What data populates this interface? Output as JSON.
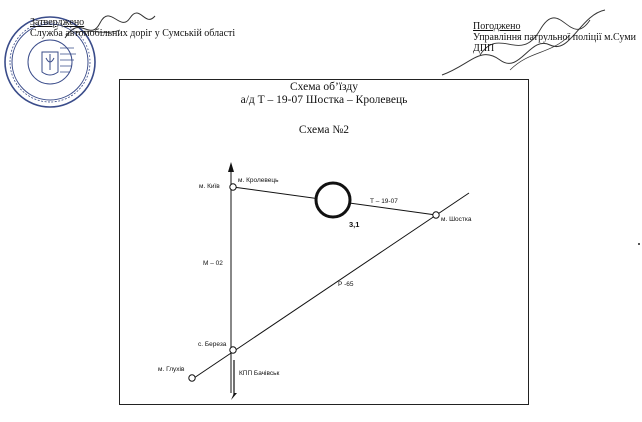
{
  "header": {
    "left_line1": "Затверджено",
    "left_line2": "Служба автомобільних доріг у Сумській області",
    "right_line1": "Погоджено",
    "right_line2": "Управління патрульної поліції м.Суми",
    "right_line3": "ДПП"
  },
  "scheme": {
    "title_line1": "Схема об’їзду",
    "title_line2": "а/д Т – 19-07 Шостка – Кролевець",
    "number": "Схема №2"
  },
  "map_labels": {
    "kyiv": "м. Київ",
    "krolevets": "м. Кролевець",
    "road_t1907": "Т – 19-07",
    "shostka": "м. Шостка",
    "km": "3,1",
    "road_m02": "М – 02",
    "road_r65": "Р -65",
    "bereza": "с. Береза",
    "hlukhiv": "м. Глухів",
    "kpp": "КПП Бачівськ"
  },
  "colors": {
    "ink": "#111111",
    "seal": "#3a4c8a"
  }
}
